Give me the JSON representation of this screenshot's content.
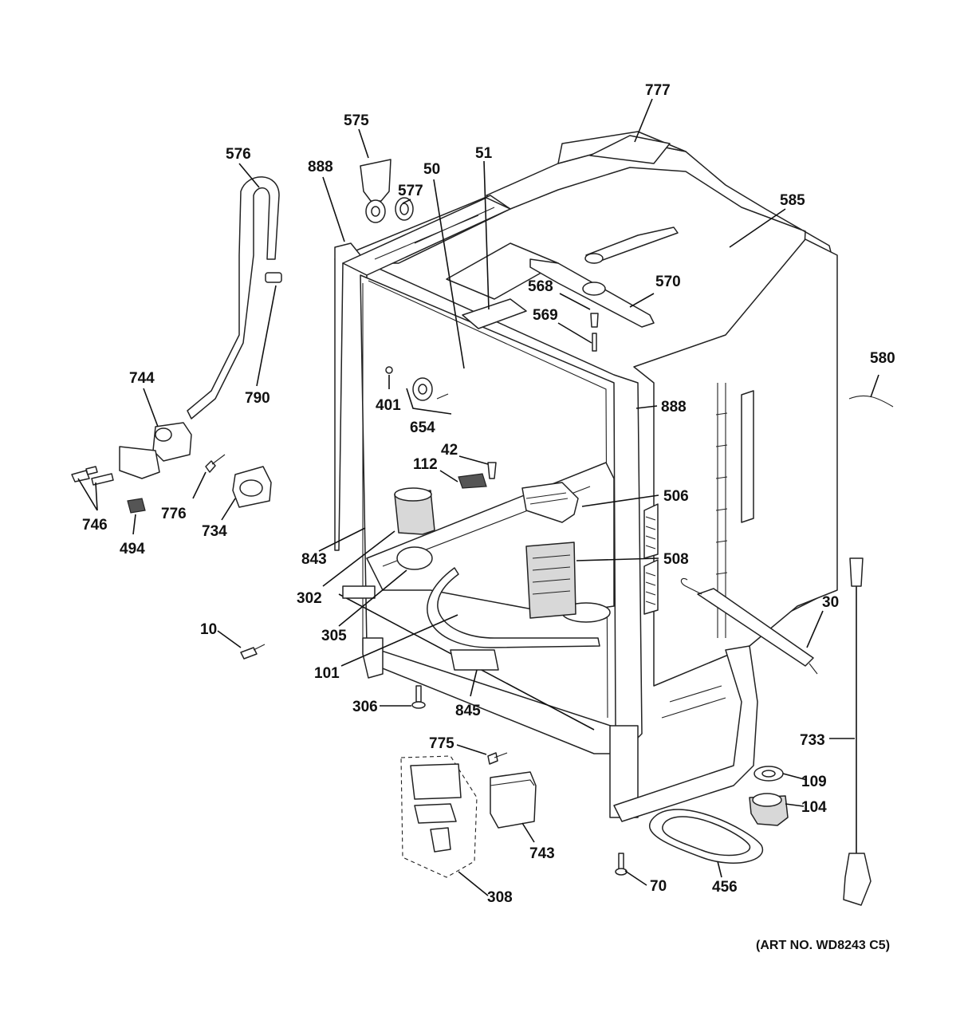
{
  "diagram": {
    "art_number": "(ART NO. WD8243 C5)",
    "callouts": [
      {
        "id": "777",
        "label": "777"
      },
      {
        "id": "575",
        "label": "575"
      },
      {
        "id": "576",
        "label": "576"
      },
      {
        "id": "888a",
        "label": "888"
      },
      {
        "id": "50",
        "label": "50"
      },
      {
        "id": "51",
        "label": "51"
      },
      {
        "id": "577",
        "label": "577"
      },
      {
        "id": "585",
        "label": "585"
      },
      {
        "id": "568",
        "label": "568"
      },
      {
        "id": "570",
        "label": "570"
      },
      {
        "id": "569",
        "label": "569"
      },
      {
        "id": "580",
        "label": "580"
      },
      {
        "id": "744",
        "label": "744"
      },
      {
        "id": "790",
        "label": "790"
      },
      {
        "id": "401",
        "label": "401"
      },
      {
        "id": "654",
        "label": "654"
      },
      {
        "id": "888b",
        "label": "888"
      },
      {
        "id": "42",
        "label": "42"
      },
      {
        "id": "112",
        "label": "112"
      },
      {
        "id": "506",
        "label": "506"
      },
      {
        "id": "746",
        "label": "746"
      },
      {
        "id": "776",
        "label": "776"
      },
      {
        "id": "494",
        "label": "494"
      },
      {
        "id": "734",
        "label": "734"
      },
      {
        "id": "843",
        "label": "843"
      },
      {
        "id": "508",
        "label": "508"
      },
      {
        "id": "302",
        "label": "302"
      },
      {
        "id": "305",
        "label": "305"
      },
      {
        "id": "30",
        "label": "30"
      },
      {
        "id": "10",
        "label": "10"
      },
      {
        "id": "101",
        "label": "101"
      },
      {
        "id": "306",
        "label": "306"
      },
      {
        "id": "845",
        "label": "845"
      },
      {
        "id": "775",
        "label": "775"
      },
      {
        "id": "733",
        "label": "733"
      },
      {
        "id": "109",
        "label": "109"
      },
      {
        "id": "104",
        "label": "104"
      },
      {
        "id": "743",
        "label": "743"
      },
      {
        "id": "70",
        "label": "70"
      },
      {
        "id": "456",
        "label": "456"
      },
      {
        "id": "308",
        "label": "308"
      }
    ]
  }
}
